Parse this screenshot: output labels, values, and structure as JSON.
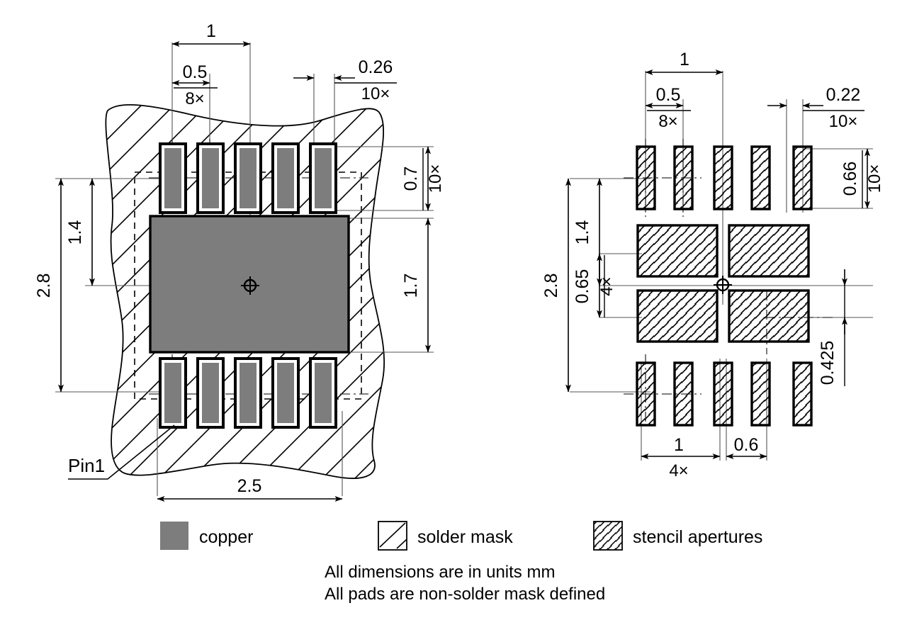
{
  "title": "Land pattern and stencil aperture drawing",
  "colors": {
    "copper": "#7d7d7d",
    "line": "#000000",
    "background": "#ffffff",
    "thin_line": "#555555"
  },
  "left_figure": {
    "name": "land-pattern-figure",
    "dimensions": {
      "pitch": "1",
      "pitch_half": "0.5",
      "pitch_half_count": "8×",
      "pad_width": "0.26",
      "pad_width_count": "10×",
      "pad_length": "0.7",
      "pad_length_count": "10×",
      "thermal_pad_height": "1.7",
      "span_half": "1.4",
      "span_total": "2.8",
      "width_total": "2.5"
    },
    "pin1_label": "Pin1"
  },
  "right_figure": {
    "name": "stencil-aperture-figure",
    "dimensions": {
      "pitch": "1",
      "pitch_half": "0.5",
      "pitch_half_count": "8×",
      "aperture_width": "0.22",
      "aperture_width_count": "10×",
      "aperture_length": "0.66",
      "aperture_length_count": "10×",
      "span_half": "1.4",
      "span_total": "2.8",
      "center_aperture_height": "0.65",
      "center_aperture_height_count": "4×",
      "center_aperture_width": "1",
      "center_aperture_width_count": "4×",
      "center_gap": "0.6",
      "center_offset": "0.425"
    }
  },
  "legend": {
    "items": [
      {
        "key": "copper",
        "label": "copper",
        "swatch": "solid-gray"
      },
      {
        "key": "solder_mask",
        "label": "solder mask",
        "swatch": "sparse-hatch"
      },
      {
        "key": "stencil_apertures",
        "label": "stencil apertures",
        "swatch": "dense-hatch"
      }
    ]
  },
  "notes": {
    "line1": "All dimensions are in units mm",
    "line2": "All pads are non-solder mask defined"
  }
}
